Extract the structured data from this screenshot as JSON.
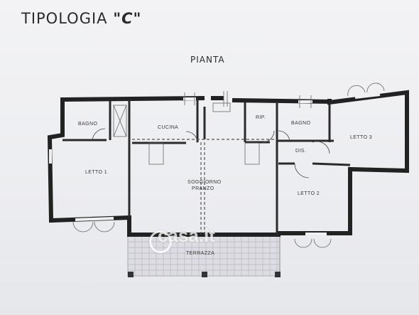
{
  "header": {
    "title_main": "TIPOLOGIA ",
    "title_type": "\"C\"",
    "plan_label": "PIANTA"
  },
  "rooms": {
    "bagno_left": "BAGNO",
    "cucina": "CUCINA",
    "rip": "RIP.",
    "bagno_right": "BAGNO",
    "letto3": "LETTO 3",
    "dis": "DIS.",
    "letto1": "LETTO 1",
    "soggiorno": "SOGGIORNO",
    "pranzo": "PRANZO",
    "letto2": "LETTO 2",
    "terrazza": "TERRAZZA"
  },
  "watermark": "casa.it"
}
